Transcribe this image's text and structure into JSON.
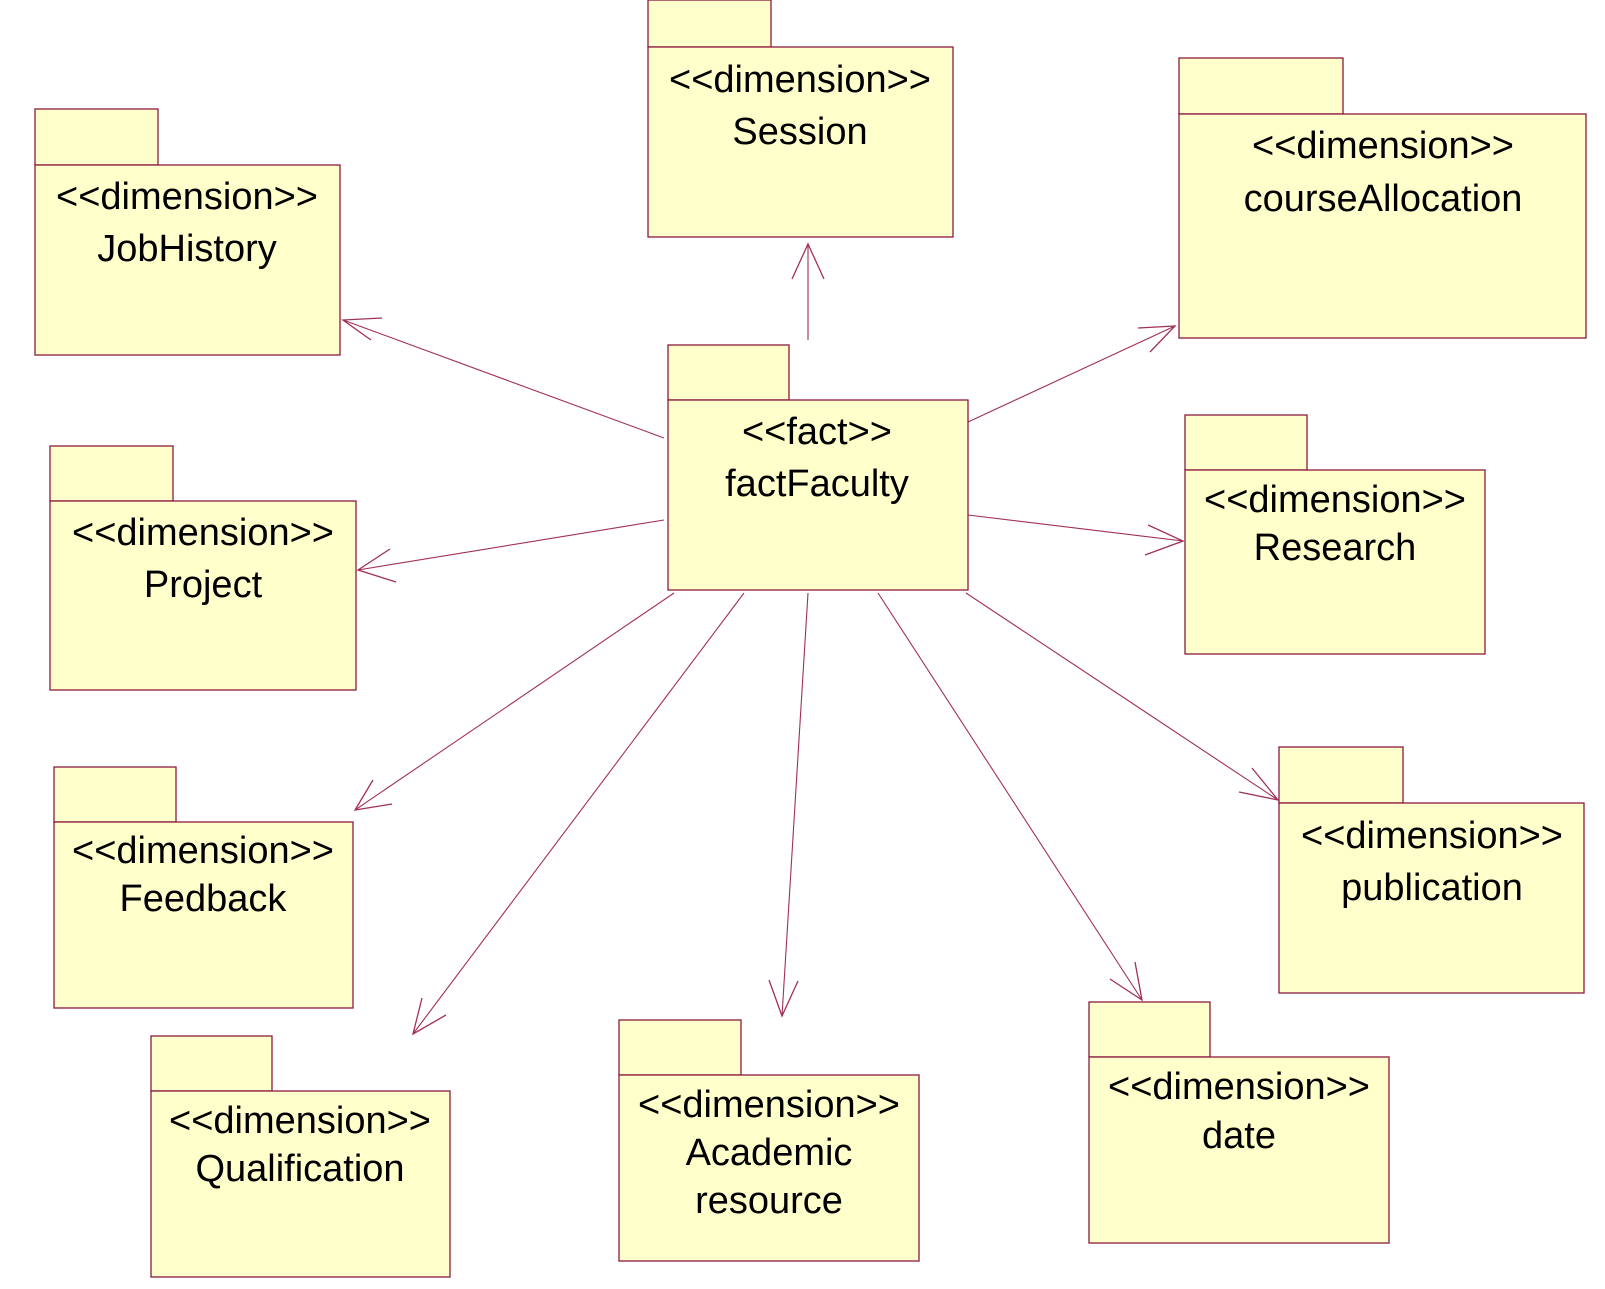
{
  "diagram": {
    "colors": {
      "package_fill": "#ffffcc",
      "package_stroke": "#8b1a3e",
      "dependency": "#a0305a"
    },
    "fact": {
      "stereotype": "<<fact>>",
      "name": "factFaculty"
    },
    "dimensions": {
      "session": {
        "stereotype": "<<dimension>>",
        "name": "Session"
      },
      "course_allocation": {
        "stereotype": "<<dimension>>",
        "name": "courseAllocation"
      },
      "job_history": {
        "stereotype": "<<dimension>>",
        "name": "JobHistory"
      },
      "project": {
        "stereotype": "<<dimension>>",
        "name": "Project"
      },
      "research": {
        "stereotype": "<<dimension>>",
        "name": "Research"
      },
      "feedback": {
        "stereotype": "<<dimension>>",
        "name": "Feedback"
      },
      "publication": {
        "stereotype": "<<dimension>>",
        "name": "publication"
      },
      "qualification": {
        "stereotype": "<<dimension>>",
        "name": "Qualification"
      },
      "academic_resource": {
        "stereotype": "<<dimension>>",
        "name_line1": "Academic",
        "name_line2": "resource"
      },
      "date": {
        "stereotype": "<<dimension>>",
        "name": "date"
      }
    }
  }
}
